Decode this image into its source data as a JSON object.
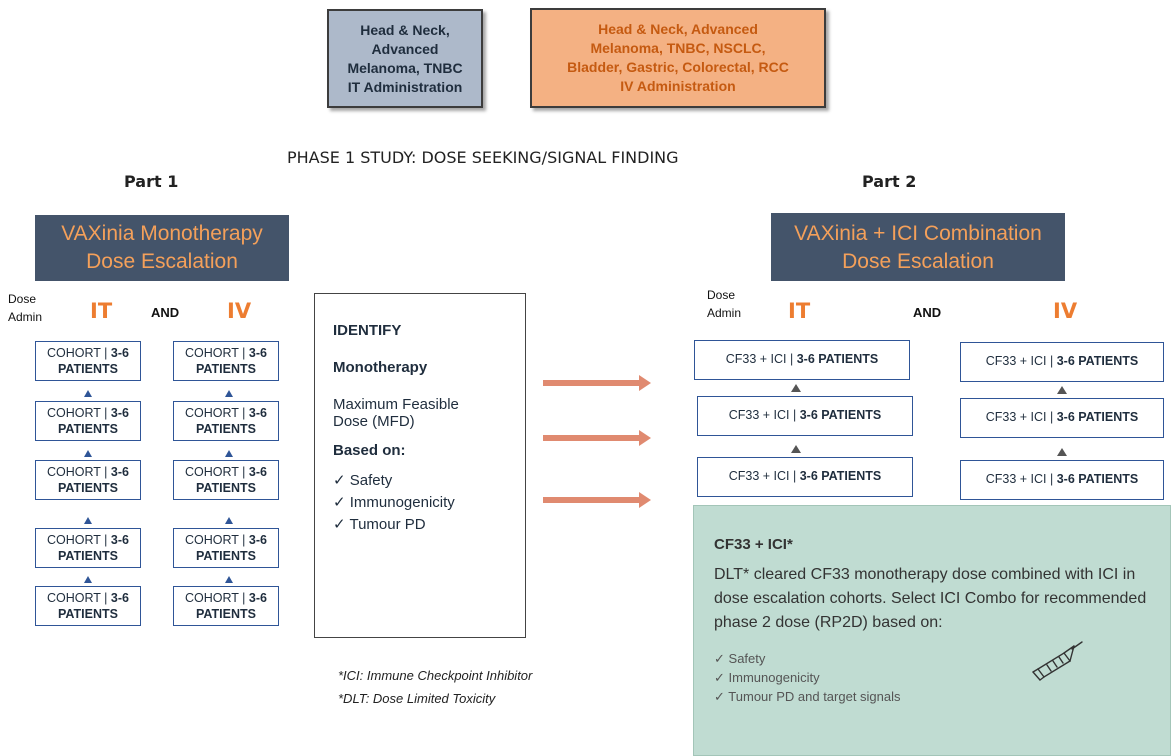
{
  "top_boxes": {
    "it": [
      "Head & Neck,",
      "Advanced",
      "Melanoma, TNBC",
      "IT Administration"
    ],
    "iv": [
      "Head & Neck, Advanced",
      "Melanoma, TNBC, NSCLC,",
      "Bladder, Gastric, Colorectal, RCC",
      "IV Administration"
    ]
  },
  "phase_title": "PHASE 1 STUDY: DOSE SEEKING/SIGNAL FINDING",
  "part1": {
    "label": "Part 1",
    "header": [
      "VAXinia Monotherapy",
      "Dose Escalation"
    ],
    "dose_admin": [
      "Dose",
      "Admin"
    ],
    "route_it": "IT",
    "and": "AND",
    "route_iv": "IV",
    "cohort_prefix": "COHORT | ",
    "cohort_bold": "3-6",
    "cohort_second": "PATIENTS"
  },
  "identify": {
    "title": "IDENTIFY",
    "line1": "Monotherapy",
    "line2": "Maximum Feasible",
    "line3": "Dose (MFD)",
    "based": "Based on:",
    "checks": [
      "Safety",
      "Immunogenicity",
      "Tumour PD"
    ],
    "check_mark": "✓"
  },
  "part2": {
    "label": "Part 2",
    "header": [
      "VAXinia + ICI Combination",
      "Dose Escalation"
    ],
    "dose_admin": [
      "Dose",
      "Admin"
    ],
    "route_it": "IT",
    "and": "AND",
    "route_iv": "IV",
    "cf_prefix": "CF33 + ICI | ",
    "cf_bold": "3-6 PATIENTS"
  },
  "green_box": {
    "title": "CF33 + ICI*",
    "body": "DLT* cleared CF33 monotherapy dose combined with ICI in dose escalation cohorts.  Select ICI Combo for recommended phase 2 dose (RP2D) based on:",
    "checks": [
      "Safety",
      "Immunogenicity",
      "Tumour PD and target signals"
    ],
    "icon": "syringe-icon"
  },
  "footnotes": [
    "*ICI: Immune Checkpoint Inhibitor",
    "*DLT: Dose Limited Toxicity"
  ],
  "colors": {
    "dark_header": "#44546a",
    "orange_text": "#f4a05a",
    "arrow": "#e08a70",
    "green": "#c0dcd2"
  }
}
